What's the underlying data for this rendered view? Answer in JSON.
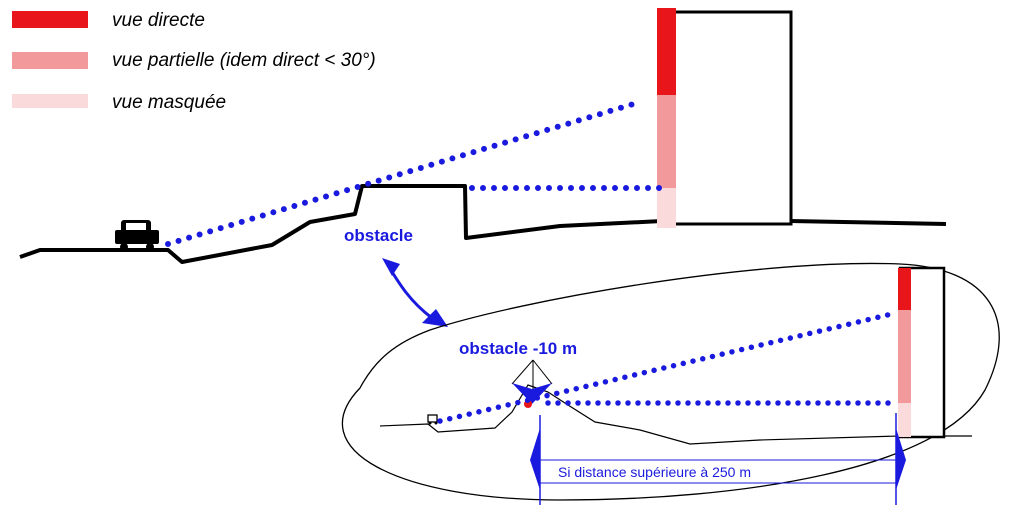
{
  "legend": {
    "items": [
      {
        "label": "vue directe",
        "color": "#e8151b"
      },
      {
        "label": "vue partielle (idem direct < 30°)",
        "color": "#f2999b"
      },
      {
        "label": "vue masquée",
        "color": "#fbdadb"
      }
    ]
  },
  "labels": {
    "obstacle": "obstacle",
    "obstacle_minus": "obstacle -10 m",
    "distance": "Si distance supérieure à 250 m"
  },
  "colors": {
    "sightline": "#1a1adf",
    "label_blue": "#1a1adf",
    "ground": "#000000",
    "direct": "#e8151b",
    "partial": "#f2999b",
    "masked": "#fbdadb"
  }
}
